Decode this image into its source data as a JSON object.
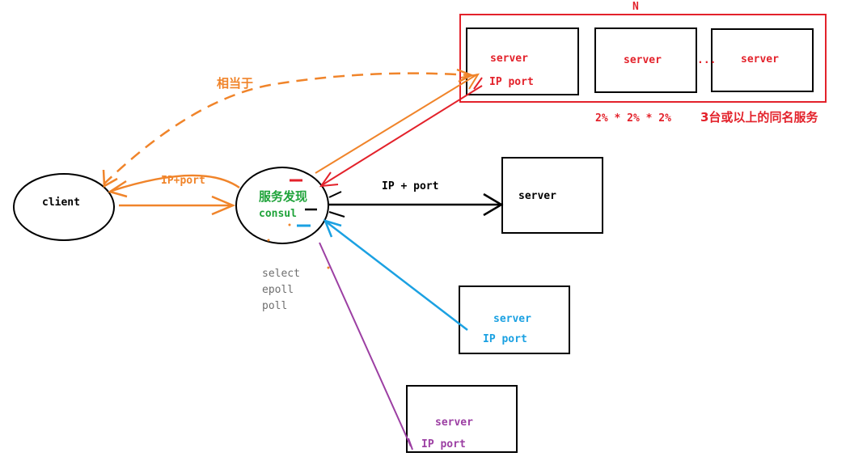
{
  "client": {
    "label": "client"
  },
  "discovery": {
    "title": "服务发现",
    "name": "consul"
  },
  "io_models": [
    "select",
    "epoll",
    "poll"
  ],
  "cluster": {
    "count_label": "N",
    "servers": [
      "server",
      "server",
      "server"
    ],
    "ellipsis": "...",
    "ip_port": "IP port",
    "ratio": "2% * 2% * 2%",
    "note": "3台或以上的同名服务"
  },
  "edges": {
    "client_to_discovery": "IP+port",
    "equivalent": "相当于",
    "discovery_to_server": "IP + port"
  },
  "black_server": {
    "label": "server"
  },
  "blue_server": {
    "label": "server",
    "ip_port": "IP port"
  },
  "purple_server": {
    "label": "server",
    "ip_port": "IP port"
  },
  "colors": {
    "orange": "#f0842a",
    "red": "#e3222b",
    "blue": "#1ba1e2",
    "purple": "#9c3fa3",
    "green": "#1fa33a",
    "gray": "#6e6e6e",
    "black": "#000000"
  }
}
